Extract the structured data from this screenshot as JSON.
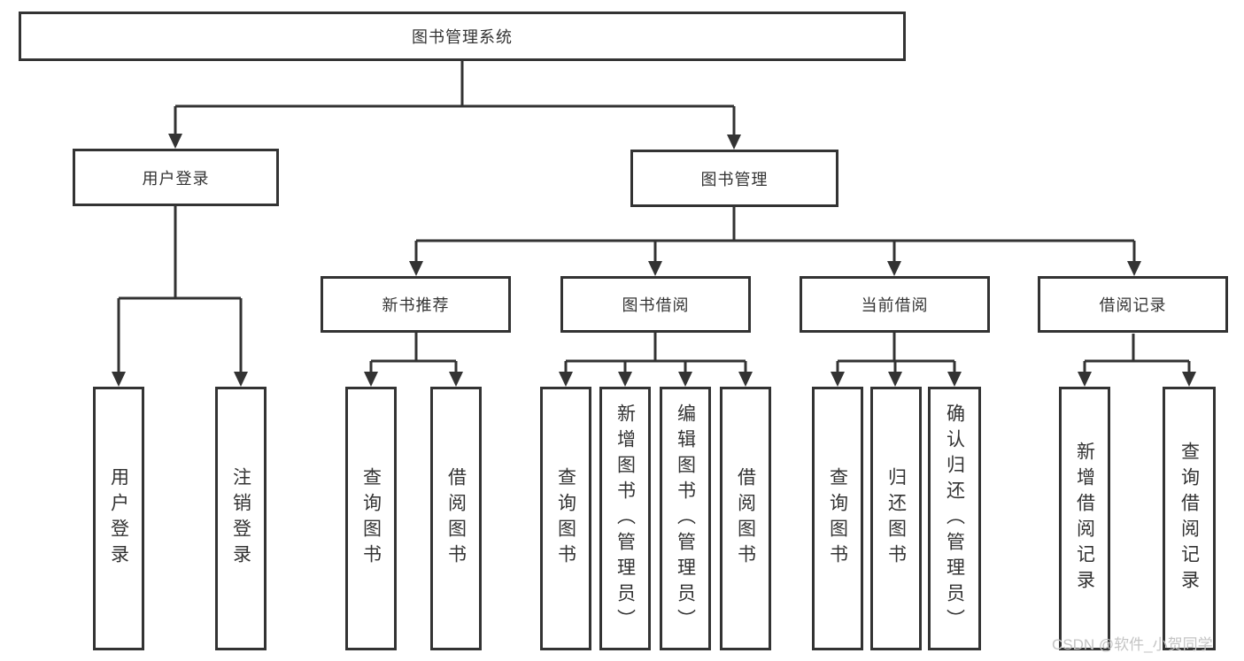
{
  "tree": {
    "root_label": "图书管理系统",
    "user_login": {
      "label": "用户登录",
      "children": [
        "用户登录",
        "注销登录"
      ]
    },
    "book_management": {
      "label": "图书管理",
      "sections": [
        {
          "label": "新书推荐",
          "children": [
            "查询图书",
            "借阅图书"
          ]
        },
        {
          "label": "图书借阅",
          "children": [
            "查询图书",
            "新增图书（管理员）",
            "编辑图书（管理员）",
            "借阅图书"
          ]
        },
        {
          "label": "当前借阅",
          "children": [
            "查询图书",
            "归还图书",
            "确认归还（管理员）"
          ]
        },
        {
          "label": "借阅记录",
          "children": [
            "新增借阅记录",
            "查询借阅记录"
          ]
        }
      ]
    }
  },
  "colors": {
    "line": "#333333",
    "box_border": "#333333",
    "text": "#333333",
    "watermark": "#c4c4c4"
  },
  "watermark": "CSDN @软件_小贺同学"
}
